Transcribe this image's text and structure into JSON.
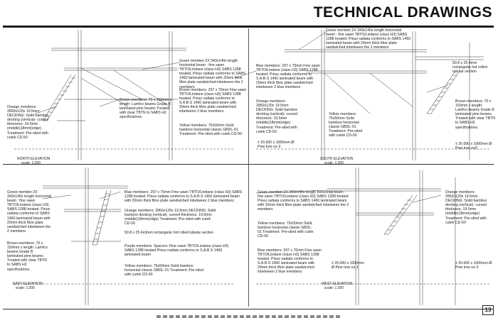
{
  "header": {
    "title": "TECHNICAL DRAWINGS"
  },
  "page": {
    "number": "13"
  },
  "quadrants": {
    "north": {
      "caption": "NORTH ELEVATION",
      "scale": "scale: 1:200",
      "notes": {
        "green": "Green member:2X 343x140x length horizontal beam : fine sawn TBTO/Lindane (class H3) SABS 1288 treated. Pinus radiata conforms to SABS 1460 laminated beam with 20mm thick fibre plate sandwiched inbetween the 2 members",
        "brown_center": "Brown members: 297 x 70mm Fine sawn TBTO/Lindane (class H3) SABS 1288 treated. Pinus radiata conforms to S.A.B.S 1460 laminated beam with 20mm thick fibre plate sandwiched inbetween 2 blue members",
        "yellow": "Yellow members: 75x50mm Solid bamboo horizontal classic GBDL-01 Treatment: Pre-oiled with cutek CD-50",
        "brown_left": "Brown members: 70 x 150mm x length: Lamfco beams Grade B laminated pine beams Treated with clear TBTN to SABS H2 specifications.",
        "orange": "Orange members: 2850x120x 19.5mm DECKING: Solid bamboo decking (vertical)- curved thickness: 19.5mm (middle)18mm(edge) Treatment: Pre-oiled with cutek CD-50"
      }
    },
    "south": {
      "caption": "SOUTH ELEVATION",
      "scale": "scale: 1:200",
      "notes": {
        "green": "Green member:2X 343x140x length horizontal beam : fine sawn TBTO/Lindane (class H3) SABS 1288 treated. Pinus radiata conforms to SABS 1460 laminated beam with 20mm thick fibre plate sandwiched inbetween the 2 members",
        "blue": "Blue members: 297 x 70mm Fine sawn TBTO/Lindane (class H3) SABS 1288 treated. Pinus radiata conforms to S.A.B.S 1460 laminated beam with 20mm thick fibre plate sandwiched inbetween 2 blue members",
        "orange": "Orange members: 2850x120x 19.5mm DECKING: Solid bamboo decking (vertical)- curved thickness: 19.5mm (middle)18mm(edge) Treatment: Pre-oiled with cutek CD-50",
        "yellow": "Yellow members: 75x50mm Solid bamboo horizontal classic GBDL-01 Treatment: Pre-oiled with cutek CD-50",
        "rect": "50.8 x 25.4mm rectangular hot rolled tubular section",
        "brown": "Brown members: 70 x 150mm x length: Lamfco beams Grade B laminated pine beams. Treated with clear TBTN to SABS H2 specifications.",
        "pine1": "± 20.000 x 1000mm Ø Pine tree no 3",
        "pine2": "± 20.000 x 1000mm Ø Pine tree no2"
      }
    },
    "east": {
      "caption": "EAST ELEVATION",
      "scale": "scale: 1:200",
      "notes": {
        "green": "Green member:2X 343x140x length horizontal beam : fine sawn TBTO/Lindane (class H3) SABS 1288 treated. Pinus radiata conforms to SABS 1460 laminated beam with 20mm thick fibre plate sandwiched inbetween the 2 members",
        "brown": "Brown members: 70 x 150mm x length: Lamfco beams Grade B laminated pine beams Treated with clear TBTN to SABS H2 specifications.",
        "blue": "Blue members: 297 x 70mm Fine sawn TBTO/Lindane (class H3) SABS 1288 treated. Pinus radiata conforms to S.A.B.S 1460 laminated beam with 20mm thick fibre plate sandwiched inbetween 2 blue members",
        "orange": "Orange members: 2850x120x 19.5mm DECKING: Solid bamboo decking (vertical)- curved thickness: 19.5mm (middle)18mm(edge) Treatment: Pre-oiled with cutek CD-50",
        "rect": "50.8 x 25.4x3mm rectangular hot rolled tubular section",
        "purple": "Purple members: Spacers: Fine sawn TBTO/Lindane (class H3) SABS 1288 treated Pinus radiata conforms to S.A.B.S 1460 laminated beam",
        "yellow": "Yellow members: 75x50mm Solid bamboo horizontal classic GBDL-01 Treatment: Pre-oiled with cutek CD-50"
      }
    },
    "west": {
      "caption": "WEST ELEVATION",
      "scale": "scale: 1:200",
      "notes": {
        "green": "Green member:2X 343x140x length horizontal beam : fine sawn TBTO/Lindane (class H3) SABS 1288 treated. Pinus radiata conforms to SABS 1460 laminated beam with 20mm thick fibre plate sandwiched inbetween the 2 members",
        "yellow": "Yellow members: 75x50mm Solid bamboo horizontal classic GBDL-01 Treatment: Pre-oiled with cutek CD-50",
        "blue": "Blue members: 297 x 70mm Fine sawn TBTO/Lindane (class H3) SABS 1288 treated. Pinus radiata conforms to S.A.B.S 1460 laminated beam with 20mm thick fibre plate sandwiched inbetween 2 blue members",
        "orange": "Orange members: 2850x120x 19.5mm DECKING: Solid bamboo decking (vertical)- curved thickness: 19.5mm (middle)18mm(edge) Treatment: Pre-oiled with cutek CD-50",
        "pine1": "± 20.000 x 1000mm Ø Pine tree no 1",
        "pine2": "± 20.000 x 1000mm Ø Pine tree no 3"
      }
    }
  }
}
